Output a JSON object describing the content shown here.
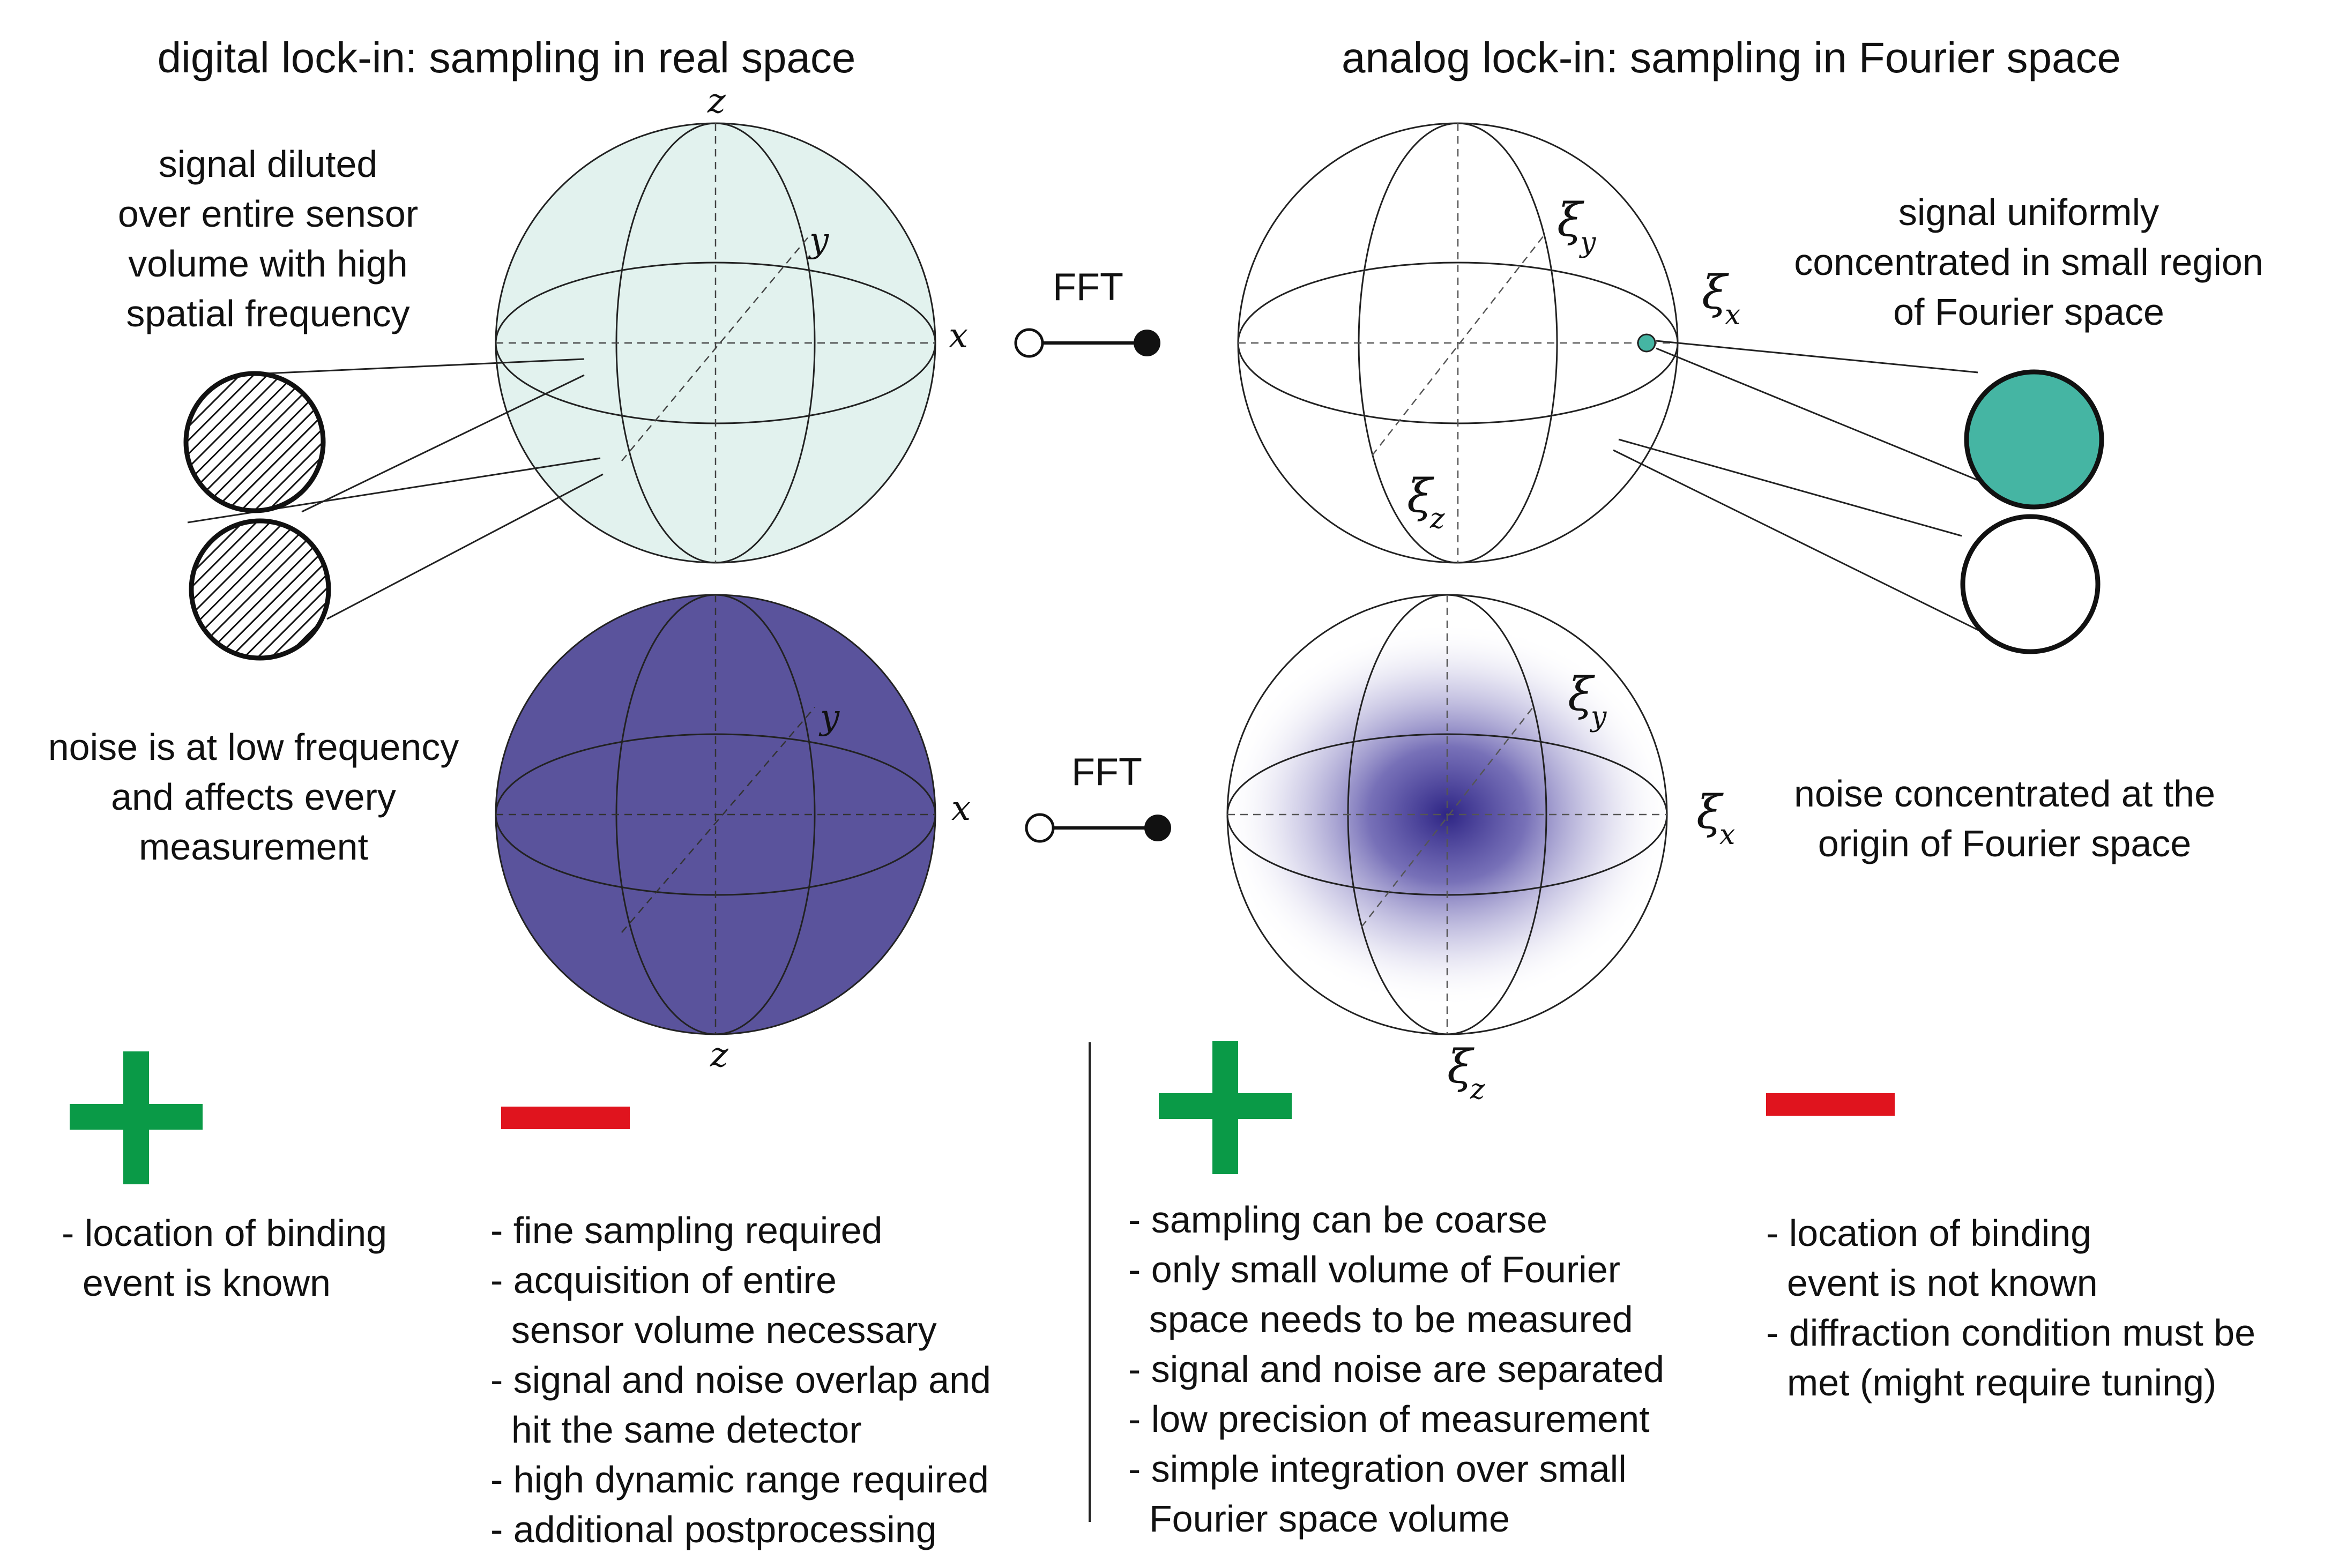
{
  "titles": {
    "left": "digital lock-in: sampling in real space",
    "right": "analog lock-in: sampling in Fourier space"
  },
  "fft_label": "FFT",
  "axes_real": {
    "x": "x",
    "y": "y",
    "z": "z"
  },
  "axes_fourier": {
    "symbol": "ξ",
    "x": "x",
    "y": "y",
    "z": "z"
  },
  "captions": {
    "signal_real": [
      "signal diluted",
      "over entire sensor",
      "volume with high",
      "spatial frequency"
    ],
    "signal_fourier": [
      "signal uniformly",
      "concentrated in small region",
      "of Fourier space"
    ],
    "noise_real": [
      "noise is at low frequency",
      "and affects every",
      "measurement"
    ],
    "noise_fourier": [
      "noise concentrated at the",
      "origin of Fourier space"
    ]
  },
  "digital_pros": [
    "- location of binding",
    "  event is known"
  ],
  "digital_cons": [
    "- fine sampling required",
    "- acquisition of entire",
    "  sensor volume necessary",
    "- signal and noise overlap and",
    "  hit the same detector",
    "- high dynamic range required",
    "- additional postprocessing"
  ],
  "analog_pros": [
    "- sampling can be coarse",
    "- only small volume of Fourier",
    "  space needs to be measured",
    "- signal and noise are separated",
    "- low precision of measurement",
    "- simple integration over small",
    "  Fourier space volume"
  ],
  "analog_cons": [
    "- location of binding",
    "  event is not known",
    "- diffraction condition must be",
    "  met (might require tuning)"
  ],
  "colors": {
    "signal_sphere": "#e2f2ee",
    "noise_sphere": "#5a539c",
    "noise_blob": "#2e2585",
    "signal_detector": "#45b5a3",
    "plus": "#0a9a47",
    "minus": "#e0141e"
  }
}
